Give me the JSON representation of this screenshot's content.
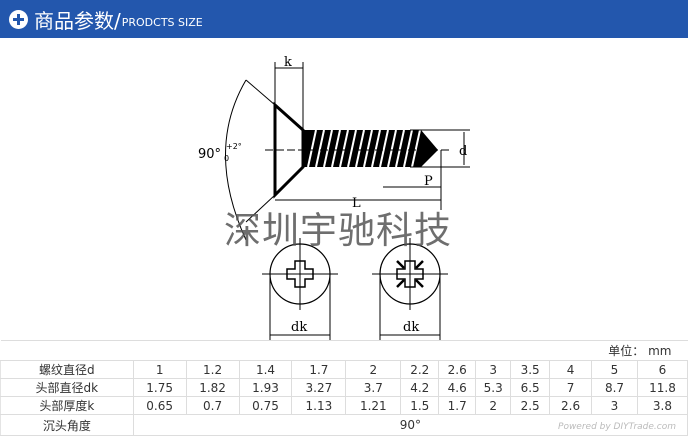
{
  "header": {
    "title": "商品参数/",
    "subtitle": "PRODCTS SIZE",
    "icon": "plus-circle-icon"
  },
  "drawing": {
    "labels": {
      "k": "k",
      "angle": "90°",
      "tol_upper": "+2°",
      "tol_lower": "0",
      "d": "d",
      "P": "P",
      "L": "L",
      "dk1": "dk",
      "dk2": "dk"
    },
    "watermark": "深圳宇驰科技"
  },
  "table": {
    "unit": "单位： mm",
    "rows": [
      {
        "label": "螺纹直径d",
        "values": [
          "1",
          "1.2",
          "1.4",
          "1.7",
          "2",
          "2.2",
          "2.6",
          "3",
          "3.5",
          "4",
          "5",
          "6"
        ]
      },
      {
        "label": "头部直径dk",
        "values": [
          "1.75",
          "1.82",
          "1.93",
          "3.27",
          "3.7",
          "4.2",
          "4.6",
          "5.3",
          "6.5",
          "7",
          "8.7",
          "11.8"
        ]
      },
      {
        "label": "头部厚度k",
        "values": [
          "0.65",
          "0.7",
          "0.75",
          "1.13",
          "1.21",
          "1.5",
          "1.7",
          "2",
          "2.5",
          "2.6",
          "3",
          "3.8"
        ]
      }
    ],
    "angle_row": {
      "label": "沉头角度",
      "value": "90°"
    }
  },
  "footer": {
    "powered": "Powered by DIYTrade.com"
  }
}
